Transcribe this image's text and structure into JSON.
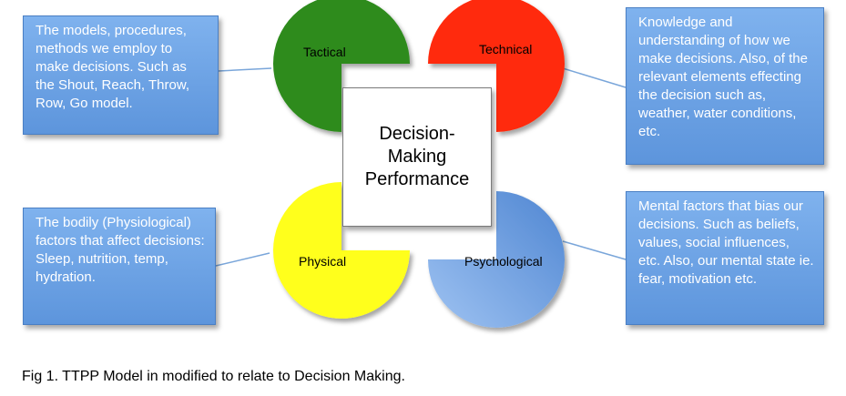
{
  "center": {
    "text": "Decision-\nMaking\nPerformance"
  },
  "quadrants": {
    "tactical": {
      "label": "Tactical",
      "color": "#2e8b1f"
    },
    "technical": {
      "label": "Technical",
      "color": "#ff2a0a"
    },
    "physical": {
      "label": "Physical",
      "color": "#ffff1a"
    },
    "psychological": {
      "label": "Psychological",
      "color": "#6b9ee0"
    }
  },
  "boxes": {
    "top_left": "The models, procedures, methods we employ to make decisions. Such as the Shout, Reach, Throw, Row, Go model.",
    "top_right": "Knowledge and understanding of how we make decisions. Also, of the relevant elements effecting the decision such as, weather, water conditions, etc.",
    "bottom_left": "The bodily (Physiological) factors that affect decisions: Sleep, nutrition, temp, hydration.",
    "bottom_right": "Mental factors that bias our decisions. Such as beliefs, values, social influences, etc. Also, our mental state ie. fear, motivation etc."
  },
  "caption": "Fig 1. TTPP Model in modified to relate to Decision Making."
}
